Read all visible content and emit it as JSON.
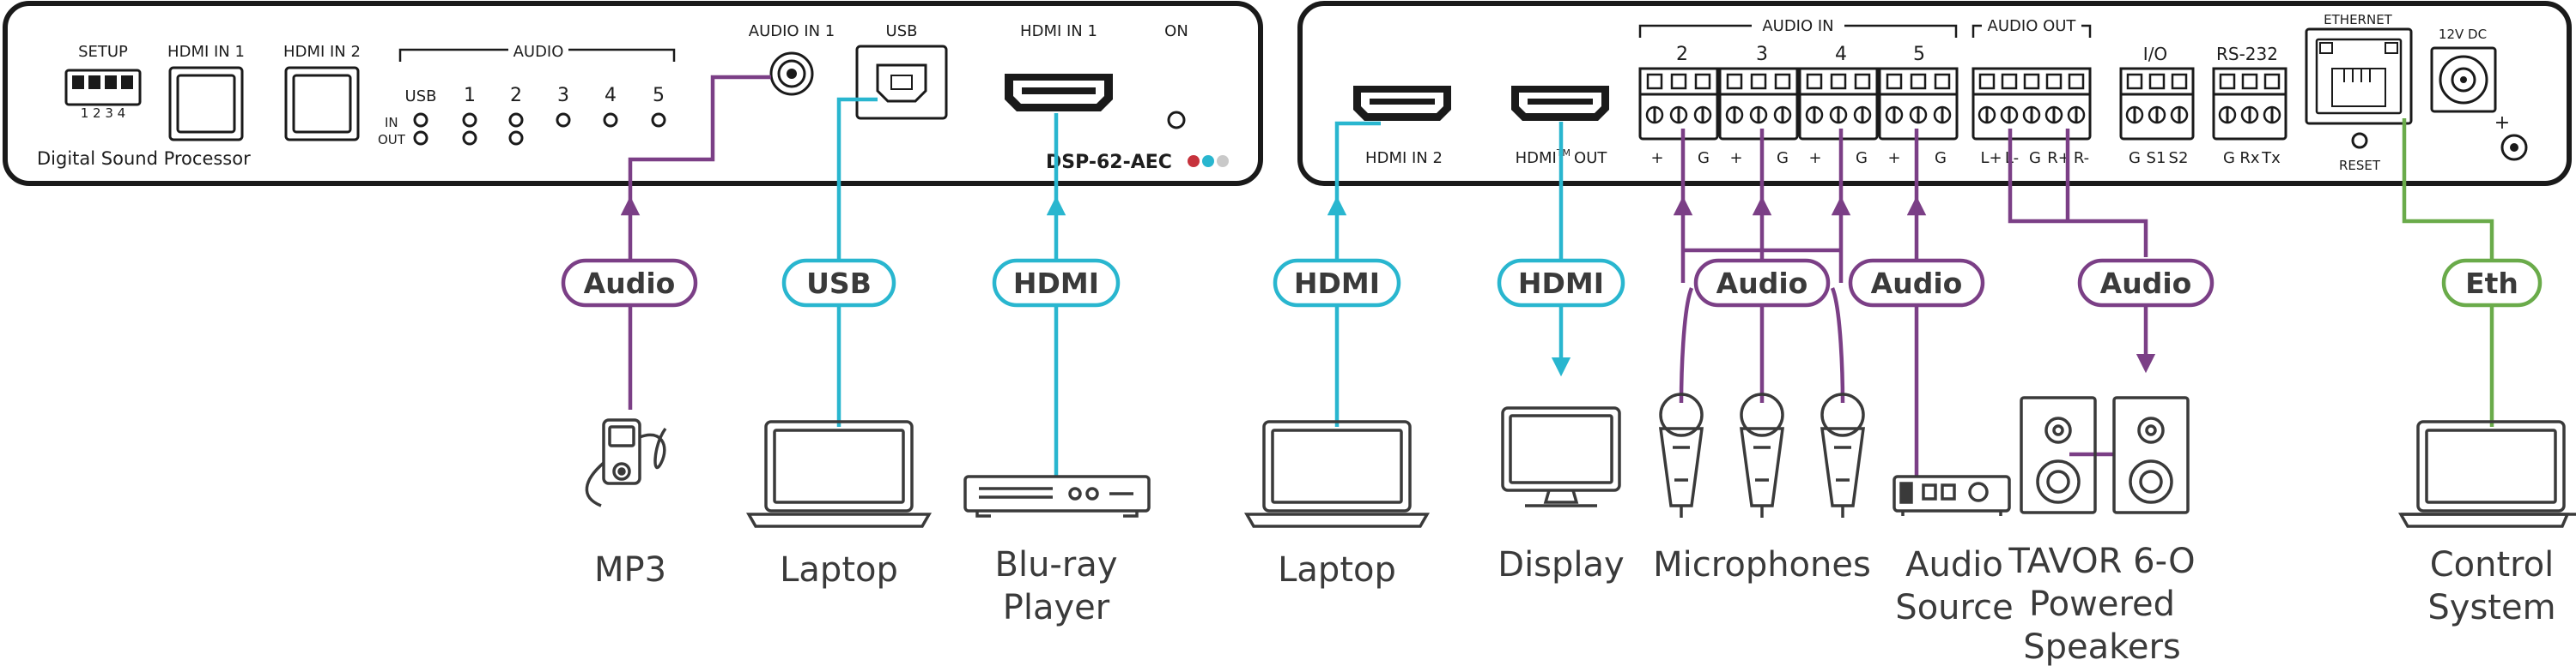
{
  "colors": {
    "audio": "#7b3f86",
    "usb": "#29b6cf",
    "hdmi": "#29b6cf",
    "eth": "#6aab4a",
    "panel_stroke": "#1a1a1a",
    "device_stroke": "#3a3a3a"
  },
  "left_unit": {
    "setup_label": "SETUP",
    "setup_numbers": "1 2 3 4",
    "hdmi_in1_label": "HDMI IN 1",
    "hdmi_in2_label": "HDMI IN 2",
    "audio_group_label": "AUDIO",
    "usb_led_label": "USB",
    "audio_channels": [
      "1",
      "2",
      "3",
      "4",
      "5"
    ],
    "in_label": "IN",
    "out_label": "OUT",
    "audio_in1_label": "AUDIO IN 1",
    "usb_port_label": "USB",
    "hdmi_in1_port_label": "HDMI IN 1",
    "on_label": "ON",
    "product_label": "Digital Sound Processor",
    "model_label": "DSP-62-AEC"
  },
  "right_unit": {
    "hdmi_in2_label": "HDMI IN 2",
    "hdmi_out_label": "HDMI",
    "hdmi_out_tm": "TM",
    "hdmi_out_suffix": "OUT",
    "audio_in_label": "AUDIO IN",
    "audio_in_channels": [
      "2",
      "3",
      "4",
      "5"
    ],
    "audio_in_pins": [
      "+",
      "G",
      "+",
      "G",
      "+",
      "G",
      "+",
      "G"
    ],
    "audio_out_label": "AUDIO OUT",
    "audio_out_pins": [
      "L+",
      "L-",
      "G",
      "R+",
      "R-"
    ],
    "io_label": "I/O",
    "io_pins": [
      "G",
      "S1",
      "S2"
    ],
    "rs232_label": "RS-232",
    "rs232_pins": [
      "G",
      "Rx",
      "Tx"
    ],
    "ethernet_label": "ETHERNET",
    "reset_label": "RESET",
    "dc_label": "12V DC",
    "dc_plus": "+"
  },
  "connections": {
    "mp3_pill": "Audio",
    "laptop1_pill": "USB",
    "bluray_pill": "HDMI",
    "laptop2_pill": "HDMI",
    "display_pill": "HDMI",
    "mics_pill": "Audio",
    "source_pill": "Audio",
    "speakers_pill": "Audio",
    "control_pill": "Eth"
  },
  "devices": {
    "mp3": [
      "MP3"
    ],
    "laptop1": [
      "Laptop"
    ],
    "bluray": [
      "Blu-ray",
      "Player"
    ],
    "laptop2": [
      "Laptop"
    ],
    "display": [
      "Display"
    ],
    "mics": [
      "Microphones"
    ],
    "source": [
      "Audio",
      "Source"
    ],
    "speakers": [
      "TAVOR 6-O",
      "Powered",
      "Speakers"
    ],
    "control": [
      "Control",
      "System"
    ]
  }
}
